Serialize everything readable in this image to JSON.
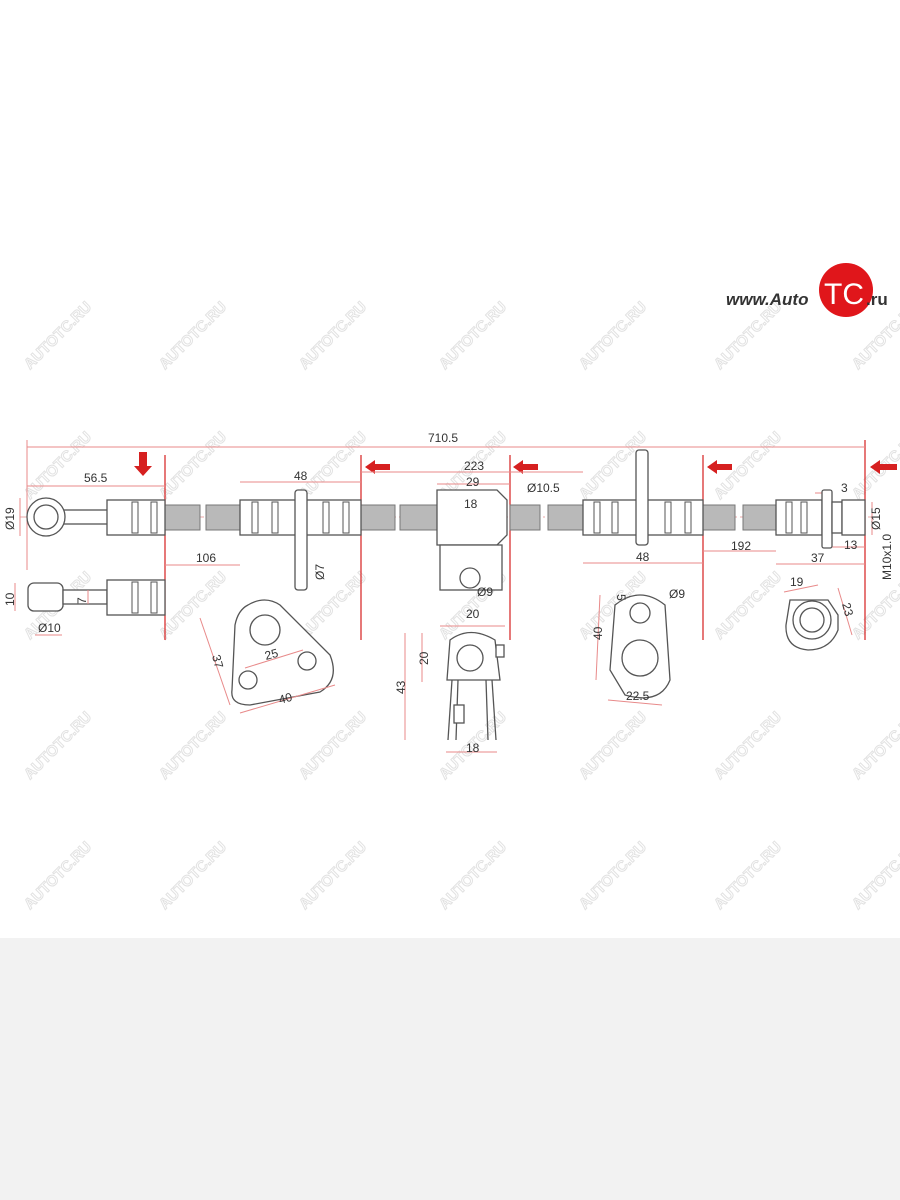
{
  "logo": {
    "prefix": "www.Auto",
    "mark": "TC",
    "suffix": ".ru",
    "color": "#e0161b"
  },
  "watermark": "AUTOTC.RU",
  "colors": {
    "arrow": "#d62020",
    "dimension": "#e88a8a",
    "hose": "#b9b9b9"
  },
  "dimensions": {
    "total_length": "710.5",
    "eye_offset": "56.5",
    "eye_diameter": "Ø19",
    "fitting1_length": "48",
    "gap_106": "106",
    "hole_7": "Ø7",
    "span_223": "223",
    "clip_29": "29",
    "clip_18": "18",
    "hose_diameter": "Ø10.5",
    "clip_hole": "Ø9",
    "fitting2_length": "48",
    "gap_192": "192",
    "end_37": "37",
    "washer_3": "3",
    "nut_13": "13",
    "nut_diameter": "Ø15",
    "thread": "M10x1.0",
    "side_10": "10",
    "side_7": "7",
    "side_d10": "Ø10",
    "tri_37": "37",
    "tri_25": "25",
    "tri_40": "40",
    "clip_front_20w": "20",
    "clip_front_20h": "20",
    "clip_front_43": "43",
    "clip_front_18": "18",
    "oval_5": "5",
    "oval_hole": "Ø9",
    "oval_40": "40",
    "oval_22_5": "22.5",
    "nut_19": "19",
    "nut_23": "23"
  }
}
